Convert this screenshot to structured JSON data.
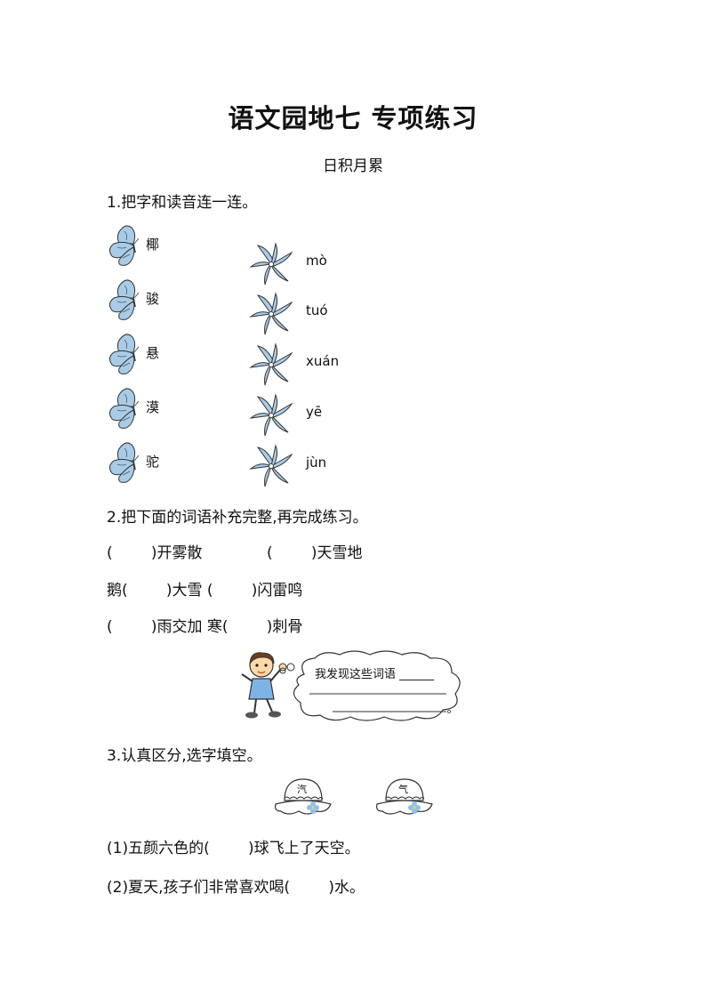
{
  "title": "语文园地七  专项练习",
  "section": "日积月累",
  "q1": {
    "prompt": "1.把字和读音连一连。",
    "chars": [
      "椰",
      "骏",
      "悬",
      "漠",
      "驼"
    ],
    "pinyin": [
      "mò",
      "tuó",
      "xuán",
      "yē",
      "jùn"
    ]
  },
  "q2": {
    "prompt": "2.把下面的词语补充完整,再完成练习。",
    "lines": [
      [
        "(        )开雾散",
        "(        )天雪地"
      ],
      [
        "鹅(        )大雪 (        )闪雷鸣"
      ],
      [
        "(        )雨交加 寒(        )刺骨"
      ]
    ],
    "bubble": "我发现这些词语 ______"
  },
  "q3": {
    "prompt": "3.认真区分,选字填空。",
    "hats": [
      "汽",
      "气"
    ],
    "items": [
      "(1)五颜六色的(        )球飞上了天空。",
      "(2)夏天,孩子们非常喜欢喝(        )水。"
    ]
  }
}
